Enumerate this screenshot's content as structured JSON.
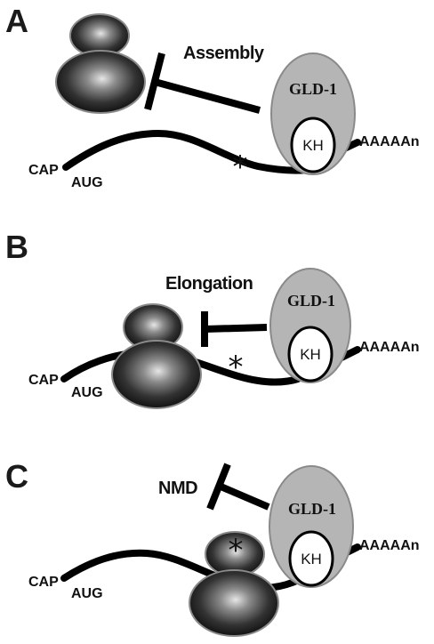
{
  "colors": {
    "protein": "#b5b5b5",
    "protein_edge": "#8a8a8a",
    "ribosome_dark": "#141414",
    "ribosome_light": "#d8d8d8",
    "ribosome_edge": "#888888",
    "mrna": "#000000"
  },
  "panels": [
    {
      "letter": "A",
      "protein": "GLD-1",
      "domain": "KH",
      "inhibited_process": "Assembly",
      "cap": "CAP",
      "start": "AUG",
      "tail": "AAAAAn",
      "marker": "*"
    },
    {
      "letter": "B",
      "protein": "GLD-1",
      "domain": "KH",
      "inhibited_process": "Elongation",
      "cap": "CAP",
      "start": "AUG",
      "tail": "AAAAAn",
      "marker": "*"
    },
    {
      "letter": "C",
      "protein": "GLD-1",
      "domain": "KH",
      "inhibited_process": "NMD",
      "cap": "CAP",
      "start": "AUG",
      "tail": "AAAAAn",
      "marker": "*"
    }
  ]
}
